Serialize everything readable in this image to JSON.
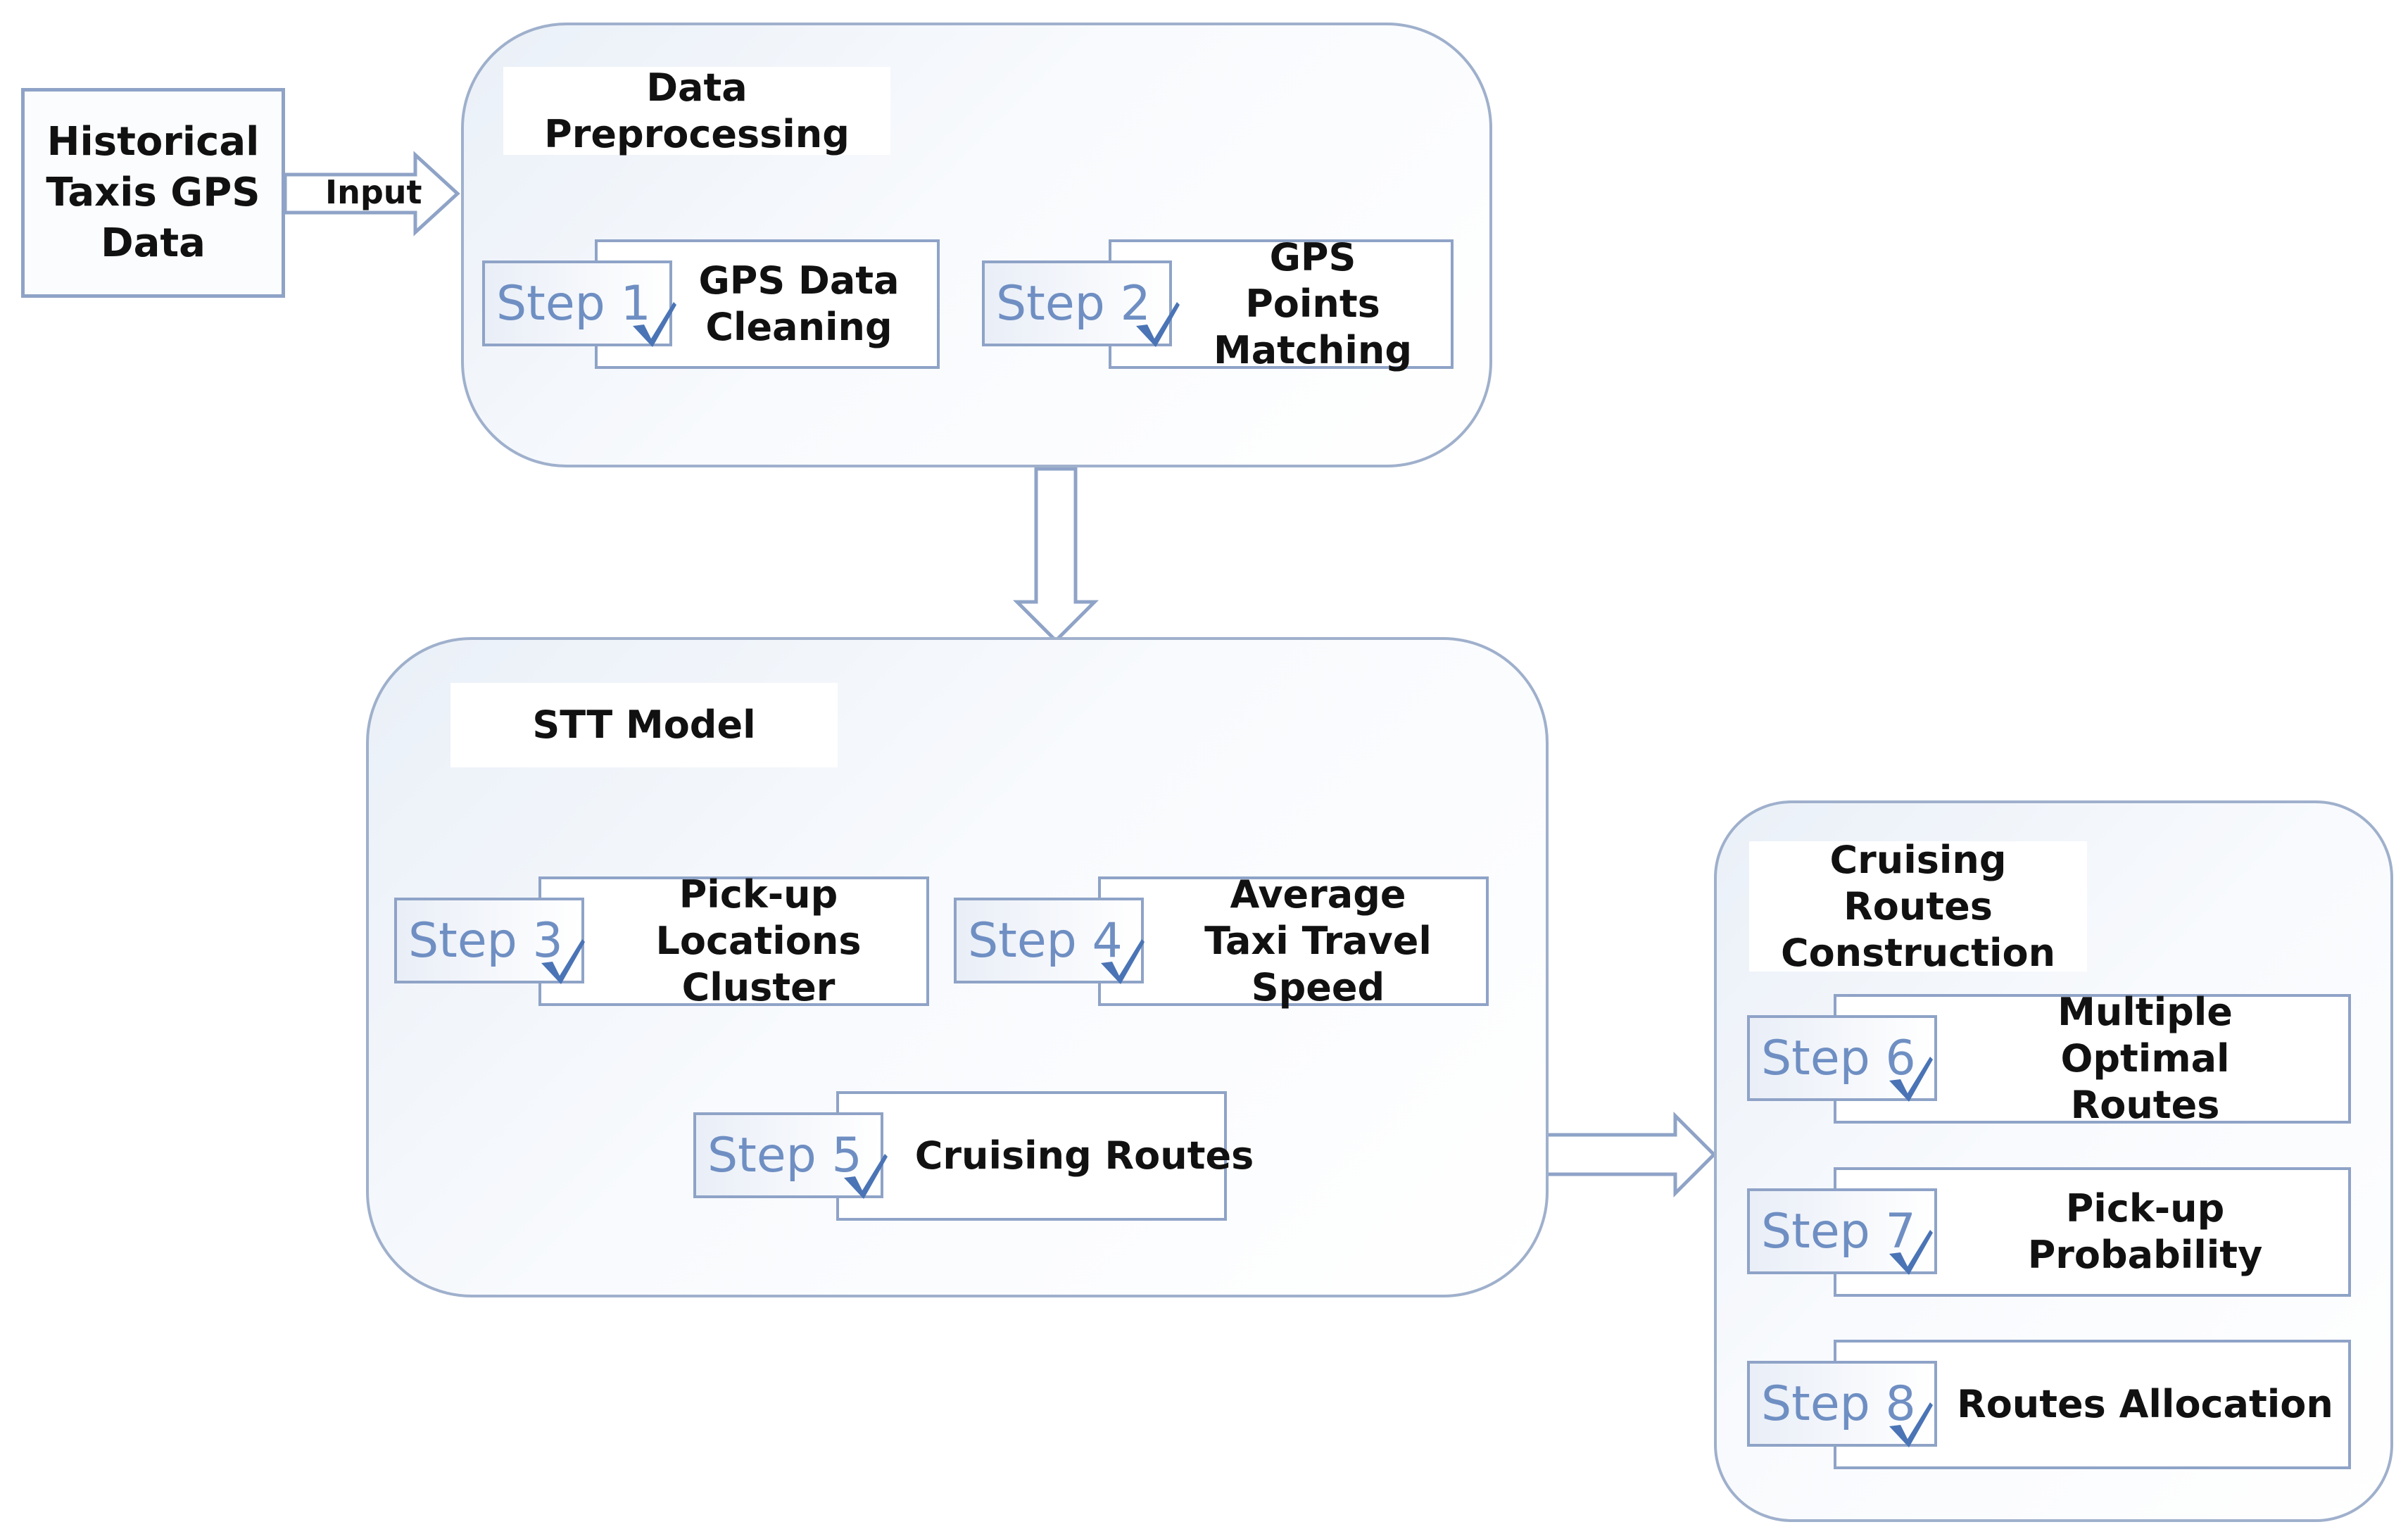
{
  "source": {
    "label": "Historical Taxis GPS Data"
  },
  "edges": {
    "input_label": "Input"
  },
  "groups": [
    {
      "id": "preprocessing",
      "title": "Data Preprocessing",
      "steps": [
        {
          "tag": "Step 1",
          "label": "GPS Data Cleaning"
        },
        {
          "tag": "Step 2",
          "label": "GPS Points Matching"
        }
      ]
    },
    {
      "id": "stt",
      "title": "STT Model",
      "steps": [
        {
          "tag": "Step 3",
          "label": "Pick-up Locations Cluster"
        },
        {
          "tag": "Step 4",
          "label": "Average Taxi Travel Speed"
        },
        {
          "tag": "Step 5",
          "label": "Cruising Routes"
        }
      ]
    },
    {
      "id": "construction",
      "title": "Cruising Routes Construction",
      "steps": [
        {
          "tag": "Step 6",
          "label": "Multiple Optimal Routes"
        },
        {
          "tag": "Step 7",
          "label": "Pick-up Probability"
        },
        {
          "tag": "Step 8",
          "label": "Routes Allocation"
        }
      ]
    }
  ],
  "colors": {
    "border": "#8fa3c7",
    "step_text": "#6f8fc3",
    "check": "#4a74b5",
    "group_fill": "#eaf0f8"
  },
  "icons": {
    "check": "checkmark-icon",
    "arrow": "hollow-arrow"
  }
}
